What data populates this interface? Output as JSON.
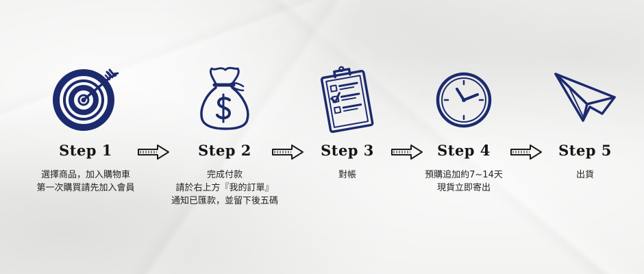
{
  "steps": [
    {
      "title": "Step 1",
      "icon": "target-icon",
      "lines": [
        "選擇商品，加入購物車",
        "第一次購買請先加入會員"
      ]
    },
    {
      "title": "Step 2",
      "icon": "money-bag-icon",
      "lines": [
        "完成付款",
        "請於右上方『我的訂單』",
        "通知已匯款，並留下後五碼"
      ]
    },
    {
      "title": "Step 3",
      "icon": "clipboard-checklist-icon",
      "lines": [
        "對帳"
      ]
    },
    {
      "title": "Step 4",
      "icon": "clock-icon",
      "lines": [
        "預購追加約7~14天",
        "現貨立即寄出"
      ]
    },
    {
      "title": "Step 5",
      "icon": "paper-plane-icon",
      "lines": [
        "出貨"
      ]
    }
  ],
  "colors": {
    "icon": "#1c2a6e",
    "text": "#222222",
    "title": "#151515"
  }
}
